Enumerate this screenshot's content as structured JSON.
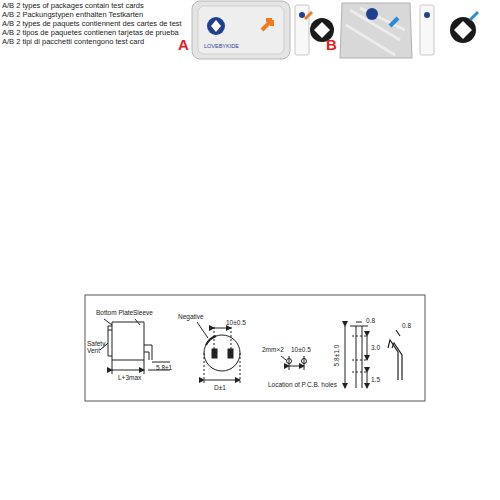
{
  "diagram": {
    "labels": [
      "A/B 2 types of packages contain test cards",
      "A/B 2 Packungstypen enthalten Testkarten",
      "A/B 2 types de paquets contiennent des cartes de test",
      "A/B 2 tipos de paquetes contienen tarjetas de prueba",
      "A/B 2 tipi di pacchetti contengono test card",
      "A",
      "LOVEBYKIDE",
      "B",
      "Bottom Plate",
      "Sleeve",
      "Safety Vent",
      "L+3max",
      "5.8±1",
      "Negative",
      "10±0.5",
      "D±1",
      "2mm×2",
      "10±0.5",
      "Location of P.C.B. holes",
      "0.8",
      "5.8±1.0",
      "3.0",
      "1.5",
      "0.8"
    ]
  }
}
